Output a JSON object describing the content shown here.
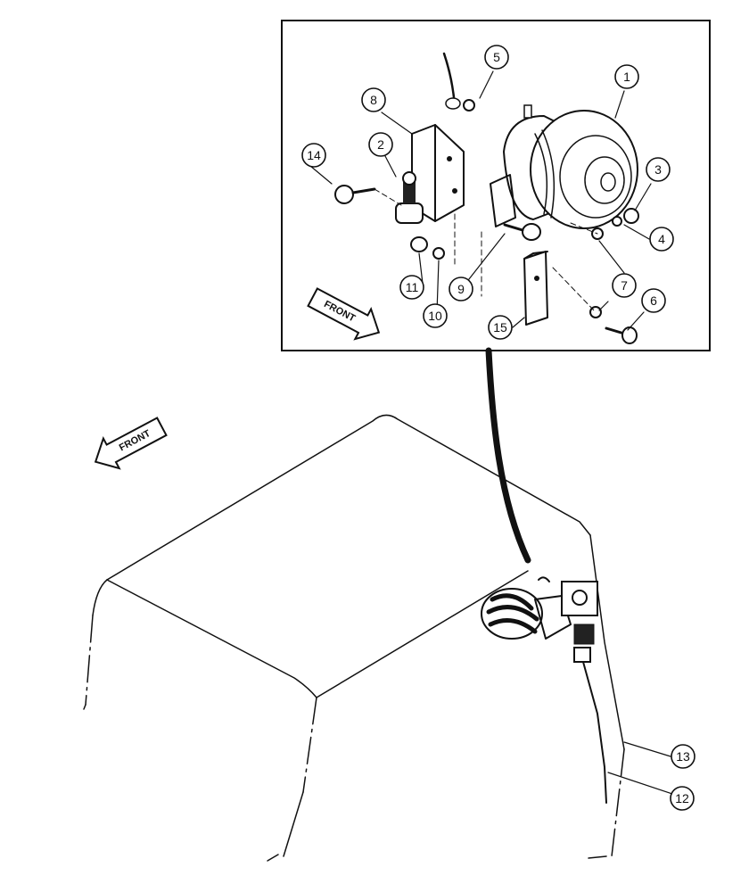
{
  "front_labels": [
    "FRONT",
    "FRONT"
  ],
  "callouts": [
    "1",
    "2",
    "3",
    "4",
    "5",
    "6",
    "7",
    "8",
    "9",
    "10",
    "11",
    "12",
    "13",
    "14",
    "15"
  ]
}
